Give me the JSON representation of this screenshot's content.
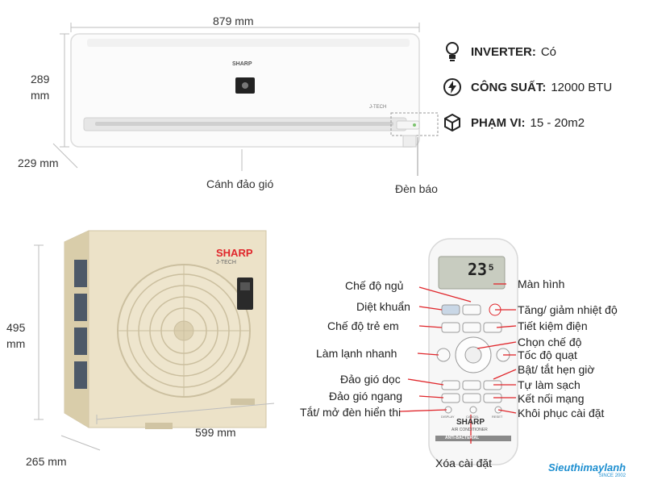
{
  "indoor": {
    "width": "879 mm",
    "height_value": "289",
    "height_unit": "mm",
    "depth": "229 mm",
    "brand_text": "SHARP",
    "feature_badge": "J-TECH",
    "label_vane": "Cánh đảo gió",
    "label_indicator": "Đèn báo"
  },
  "specs": [
    {
      "icon": "bulb-icon",
      "key": "INVERTER:",
      "value": "Có"
    },
    {
      "icon": "lightning-icon",
      "key": "CÔNG SUẤT:",
      "value": "12000 BTU"
    },
    {
      "icon": "box-icon",
      "key": "PHẠM VI:",
      "value": "15 - 20m2"
    }
  ],
  "outdoor": {
    "brand_text": "SHARP",
    "feature_badge": "J-TECH",
    "height_value": "495",
    "height_unit": "mm",
    "width": "599 mm",
    "depth": "265 mm"
  },
  "remote": {
    "display_value": "23",
    "display_decimal": "5",
    "brand_text": "SHARP",
    "sub_text": "AIR CONDITIONER",
    "band_text": "ANTI-BACTERIAL",
    "bottom_buttons": [
      "DISPLAY",
      "CANCEL",
      "RESET"
    ],
    "left_labels": [
      "Chế độ ngủ",
      "Diệt khuẩn",
      "Chế độ trẻ em",
      "Làm lạnh nhanh",
      "Đảo gió dọc",
      "Đảo gió ngang",
      "Tắt/ mở đèn hiển thi"
    ],
    "right_labels": [
      "Màn hình",
      "Tăng/ giảm nhiệt độ",
      "Tiết kiệm điện",
      "Chọn chế độ",
      "Tốc độ quạt",
      "Bật/ tắt hẹn giờ",
      "Tự làm sạch",
      "Kết nối mạng",
      "Khôi phục cài đặt"
    ],
    "bottom_label": "Xóa cài đặt"
  },
  "watermark": {
    "name": "Sieuthimaylanh",
    "since": "SINCE 2002"
  },
  "colors": {
    "accent_red": "#e0262b",
    "dim_line": "#c8c8c8",
    "unit_beige": "#ece2c8",
    "brand_blue": "#1e8fd0"
  }
}
